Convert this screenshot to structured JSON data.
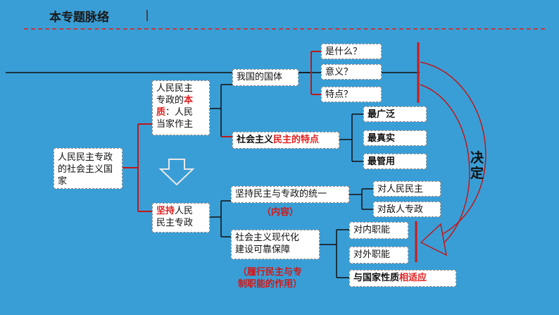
{
  "header": {
    "title": "本专题脉络"
  },
  "root": {
    "text": "人民民主专政的社会主义国家"
  },
  "essence": {
    "line1": "人民民主",
    "line2_pre": "专政的",
    "line2_red": "本",
    "line3_red": "质",
    "line3_post": "：人民",
    "line4": "当家作主"
  },
  "uphold": {
    "red": "坚持",
    "line1_post": "人民",
    "line2": "民主专政"
  },
  "guoti": {
    "text": "我国的国体"
  },
  "guoti_children": [
    "是什么？",
    "意义？",
    "特点？"
  ],
  "feature": {
    "pre": "社会主义",
    "red": "民主的特点"
  },
  "feature_children": [
    "最广泛",
    "最真实",
    "最管用"
  ],
  "unity": {
    "text": "坚持民主与专政的统一",
    "annotation": "（内容）"
  },
  "unity_children": [
    "对人民民主",
    "对敌人专政"
  ],
  "guarantee": {
    "line1": "社会主义现代化",
    "line2": "建设可靠保障",
    "annotation_line1": "（履行民主与专",
    "annotation_line2": "制职能的作用）"
  },
  "functions": [
    "对内职能",
    "对外职能"
  ],
  "suit": {
    "pre": "与国家性质",
    "red": "相适应"
  },
  "decide": {
    "line1": "决",
    "line2": "定"
  },
  "colors": {
    "background": "#3a9ed6",
    "accent_red": "#e02020",
    "connector": "#111111"
  }
}
